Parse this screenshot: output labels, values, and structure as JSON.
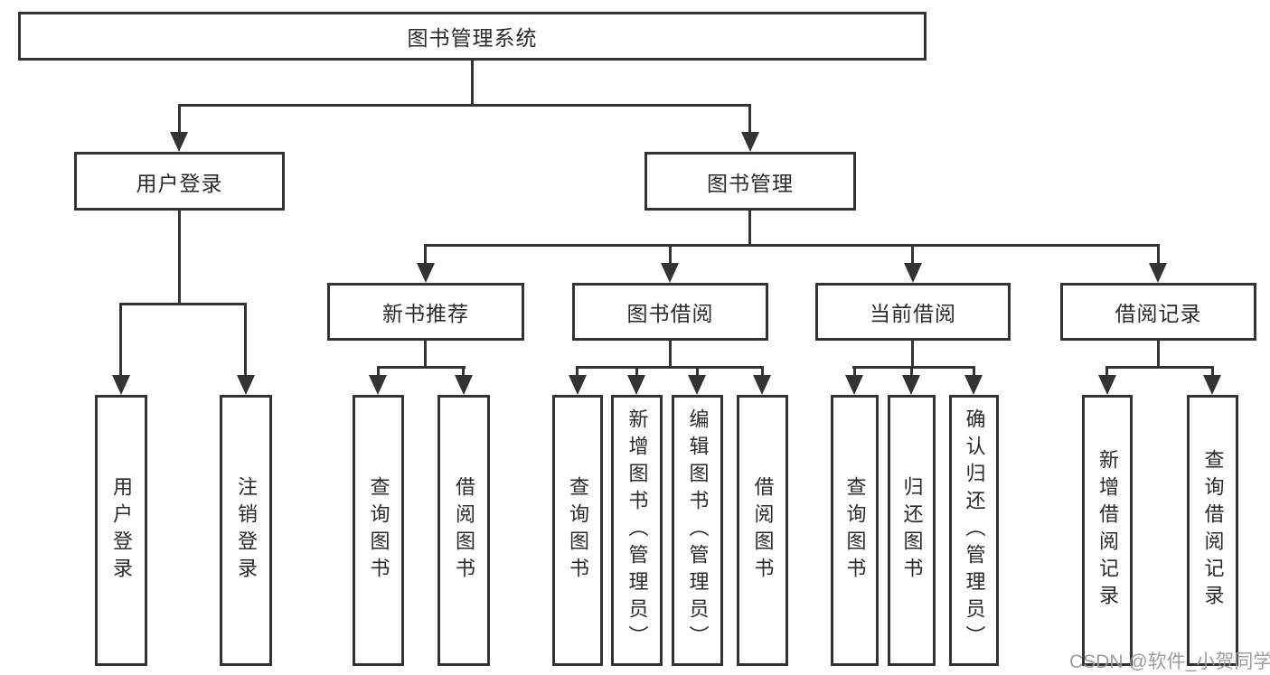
{
  "diagram_type": "hierarchy-tree",
  "colors": {
    "line": "#333333",
    "text": "#2b2b2b",
    "background": "#ffffff",
    "watermark": "#989898"
  },
  "root": {
    "label": "图书管理系统",
    "children": [
      {
        "label": "用户登录",
        "children": [
          {
            "label": "用户登录"
          },
          {
            "label": "注销登录"
          }
        ]
      },
      {
        "label": "图书管理",
        "children": [
          {
            "label": "新书推荐",
            "children": [
              {
                "label": "查询图书"
              },
              {
                "label": "借阅图书"
              }
            ]
          },
          {
            "label": "图书借阅",
            "children": [
              {
                "label": "查询图书"
              },
              {
                "label": "新增图书（管理员）"
              },
              {
                "label": "编辑图书（管理员）"
              },
              {
                "label": "借阅图书"
              }
            ]
          },
          {
            "label": "当前借阅",
            "children": [
              {
                "label": "查询图书"
              },
              {
                "label": "归还图书"
              },
              {
                "label": "确认归还（管理员）"
              }
            ]
          },
          {
            "label": "借阅记录",
            "children": [
              {
                "label": "新增借阅记录"
              },
              {
                "label": "查询借阅记录"
              }
            ]
          }
        ]
      }
    ]
  },
  "watermark": "CSDN @软件_小贺同学"
}
